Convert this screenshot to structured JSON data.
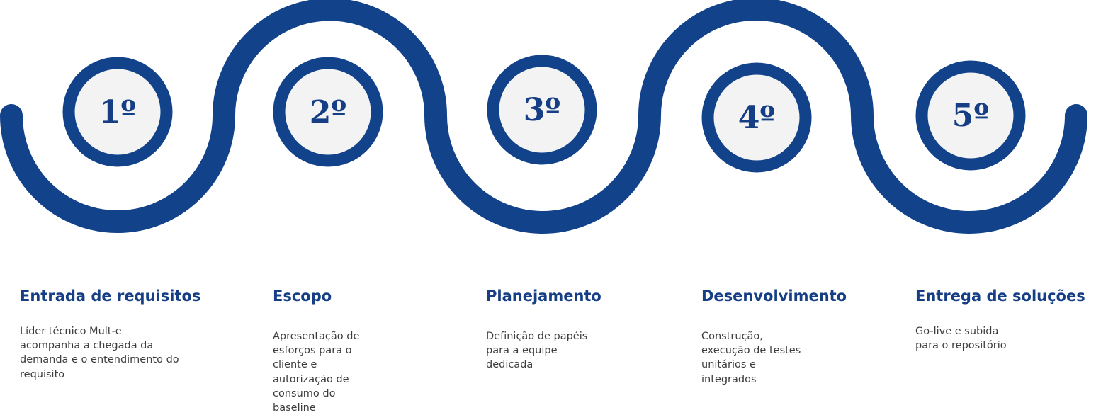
{
  "colors": {
    "wave": "#12428a",
    "circle_fill": "#f3f3f3",
    "text_primary": "#153e85",
    "text_body": "#3c3c3c"
  },
  "steps": [
    {
      "number": "1º",
      "title": "Entrada de requisitos",
      "description": "Líder técnico Mult-e\nacompanha a chegada da\ndemanda e o entendimento do\nrequisito"
    },
    {
      "number": "2º",
      "title": "Escopo",
      "description": "Apresentação de\nesforços para o\ncliente e\nautorização de\nconsumo do\nbaseline"
    },
    {
      "number": "3º",
      "title": "Planejamento",
      "description": "Definição de papéis\npara a equipe\ndedicada"
    },
    {
      "number": "4º",
      "title": "Desenvolvimento",
      "description": "Construção,\nexecução de testes\nunitários e\nintegrados"
    },
    {
      "number": "5º",
      "title": "Entrega de soluções",
      "description": "Go-live e subida\npara o repositório"
    }
  ]
}
